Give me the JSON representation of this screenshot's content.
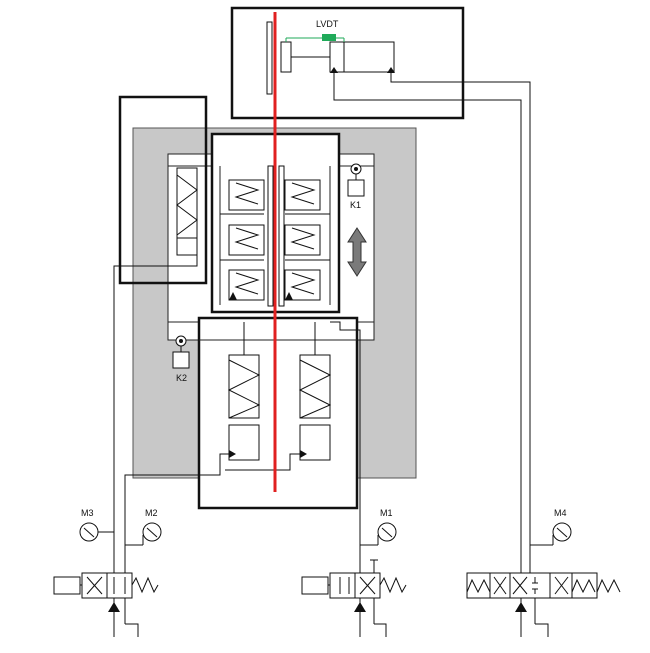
{
  "labels": {
    "lvdt": "LVDT",
    "k1": "K1",
    "k2": "K2",
    "m1": "M1",
    "m2": "M2",
    "m3": "M3",
    "m4": "M4"
  },
  "colors": {
    "housing": "#c8c8c8",
    "axis": "#e02020",
    "lvdt": "#1faa59",
    "line": "#111111",
    "arrow": "#707070"
  }
}
